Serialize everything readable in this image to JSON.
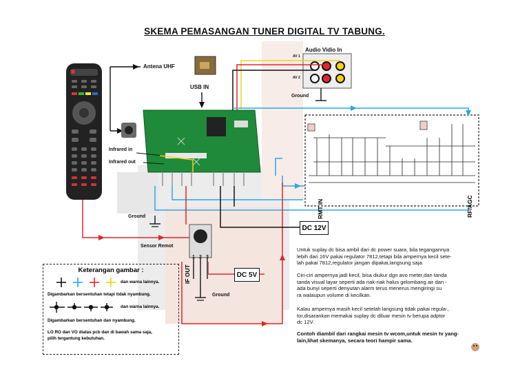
{
  "title": "SKEMA PEMASANGAN TUNER DIGITAL TV TABUNG.",
  "labels": {
    "antena": "Antena UHF",
    "usb": "USB IN",
    "audio_video": "Audio Vidio In",
    "av1": "AV 1",
    "av2": "AV 2",
    "ground_top": "Ground",
    "ground_mid": "Ground",
    "ground_bottom": "Ground",
    "infrared_in": "Infrared in",
    "infrared_out": "Infrared out",
    "sensor": "Sensor Remot",
    "if_out": "IF OUT",
    "rmt_in": "RMT IN",
    "rf_agc": "RF/AGC",
    "dc12": "DC 12V",
    "dc5": "DC 5V",
    "pin1": "1",
    "pin2": "2",
    "pin3": "3"
  },
  "paragraphs": {
    "p1": [
      "Untuk suplay dc bisa ambil dari dc power suara, bila tegangannya",
      "lebih dari 16V pakai regulator 7812,tetapi bila ampernya kecil sete-",
      "lah pakai 7812,regulator jangan dipakai,langsung saja."
    ],
    "p2": [
      "Ciri-ciri ampernya jadi kecil, bisa diukur dgn avo meter,dan tanda",
      "tanda visual layar seperti ada riak-riak halus gelombang air dan -",
      "ada bunyi seperti denyutan alarm terus menerus mengiringi su",
      "ra walaupun volume di kecilkan."
    ],
    "p3": [
      "Kalau ampernya masih kecil setelah langsung tidak pakai regula-,",
      "tor,disarankan memakai suplay dc diluar mesin tv berupa adptor",
      "dc 12V."
    ],
    "p4": [
      "Contoh diambil dari rangkai mesin tv wcom,untuk mesin tv yang-",
      "lain,lihat skemanya, secara teori hampir sama."
    ]
  },
  "legend": {
    "title": "Keterangan gambar :",
    "row1_suffix": "dan warna lainnya.",
    "row1_note": "Digambarkan bersentuhan tetapi tidak nyambung.",
    "row2_suffix": "dan warna lainnya.",
    "row2_note": "Digambarkan bersentuhan dan nyambung.",
    "note_line1": "LO RO dan VO diatas pcb dan di bawah sama saja,",
    "note_line2": "pilih tergantung kebutuhan."
  },
  "colors": {
    "red": "#e0262c",
    "blue": "#2aa7e6",
    "yellow": "#f3d21a",
    "black": "#111111",
    "pcb_green": "#1f8a3a"
  }
}
